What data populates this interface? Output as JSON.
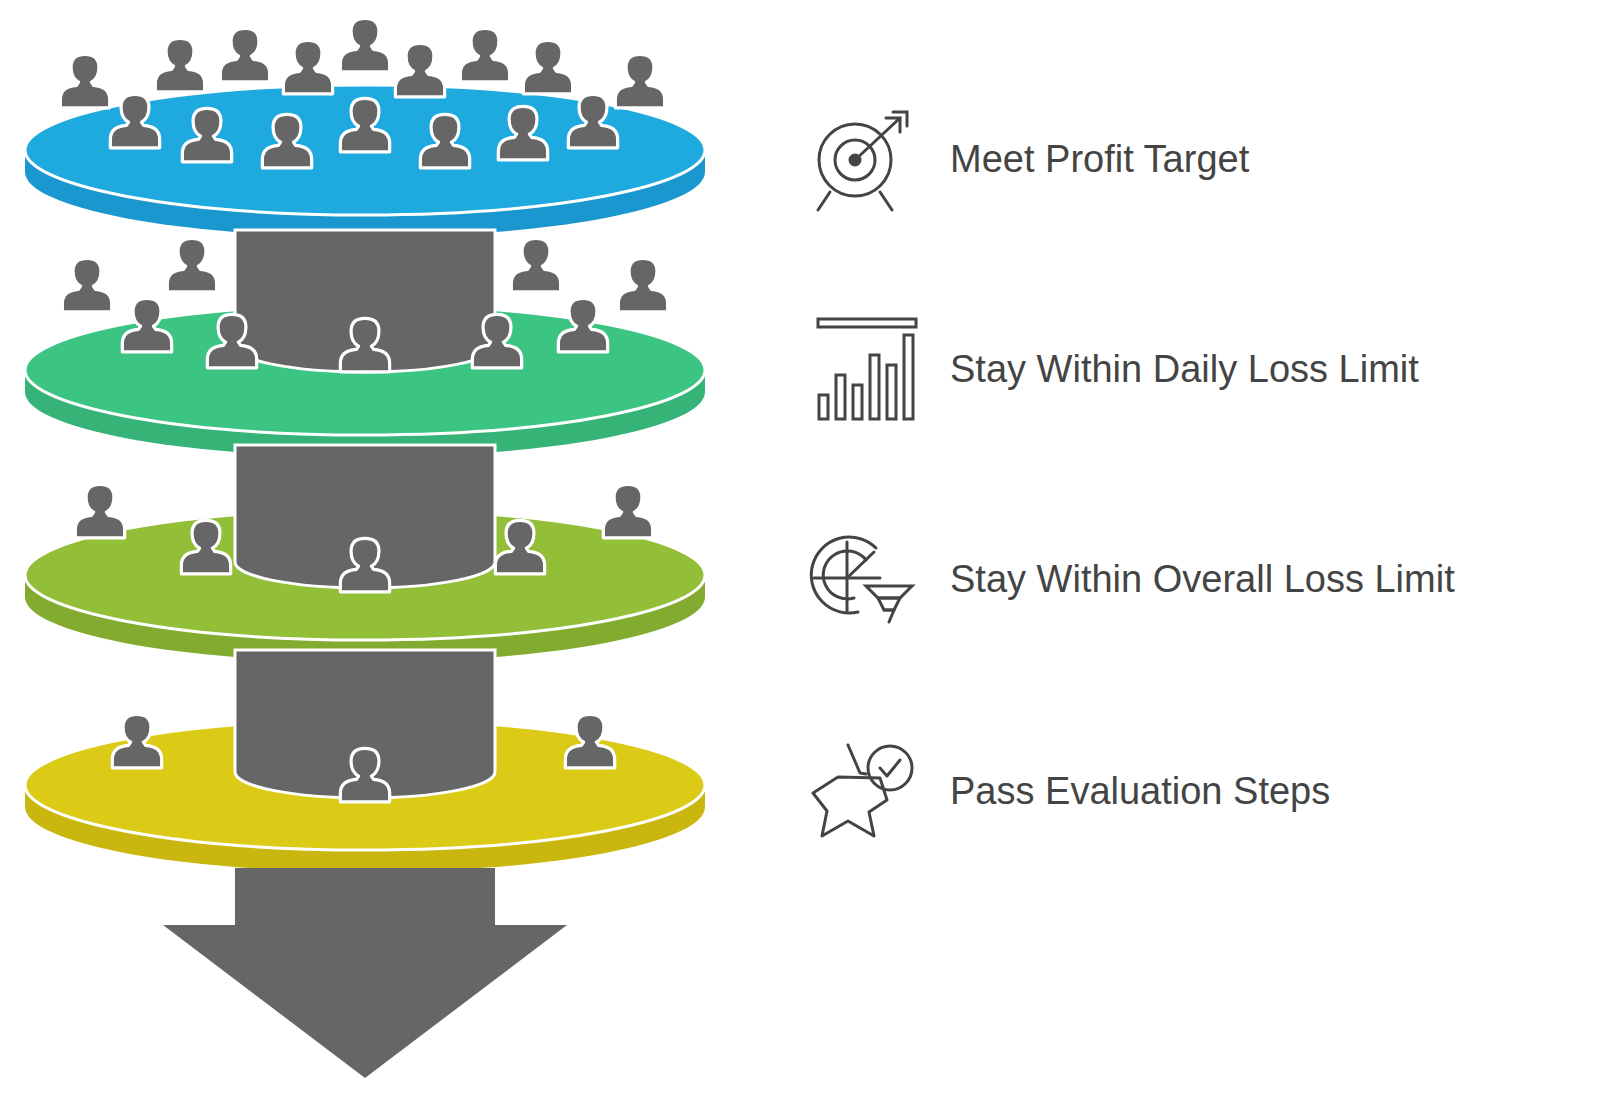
{
  "diagram": {
    "labels": [
      "Meet Profit Target",
      "Stay Within Daily Loss Limit",
      "Stay Within Overall Loss Limit",
      "Pass Evaluation Steps"
    ]
  }
}
